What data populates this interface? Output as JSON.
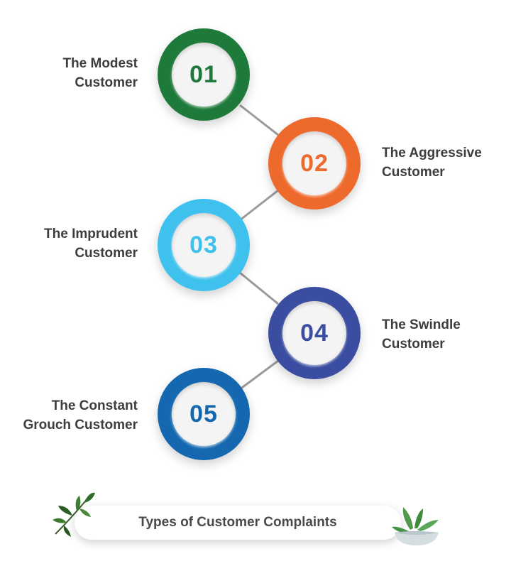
{
  "steps": [
    {
      "number": "01",
      "label_line1": "The Modest",
      "label_line2": "Customer",
      "color": "#1e7a3a"
    },
    {
      "number": "02",
      "label_line1": "The Aggressive",
      "label_line2": "Customer",
      "color": "#ee6a2c"
    },
    {
      "number": "03",
      "label_line1": "The Imprudent",
      "label_line2": "Customer",
      "color": "#3fc1ee"
    },
    {
      "number": "04",
      "label_line1": "The Swindle",
      "label_line2": "Customer",
      "color": "#3a4da0"
    },
    {
      "number": "05",
      "label_line1": "The Constant",
      "label_line2": "Grouch Customer",
      "color": "#1568b0"
    }
  ],
  "footer": {
    "title": "Types of Customer Complaints"
  },
  "decorations": {
    "left_icon": "leaf-sprig-icon",
    "right_icon": "herb-bowl-icon",
    "connector_color": "#9a9a9a"
  }
}
